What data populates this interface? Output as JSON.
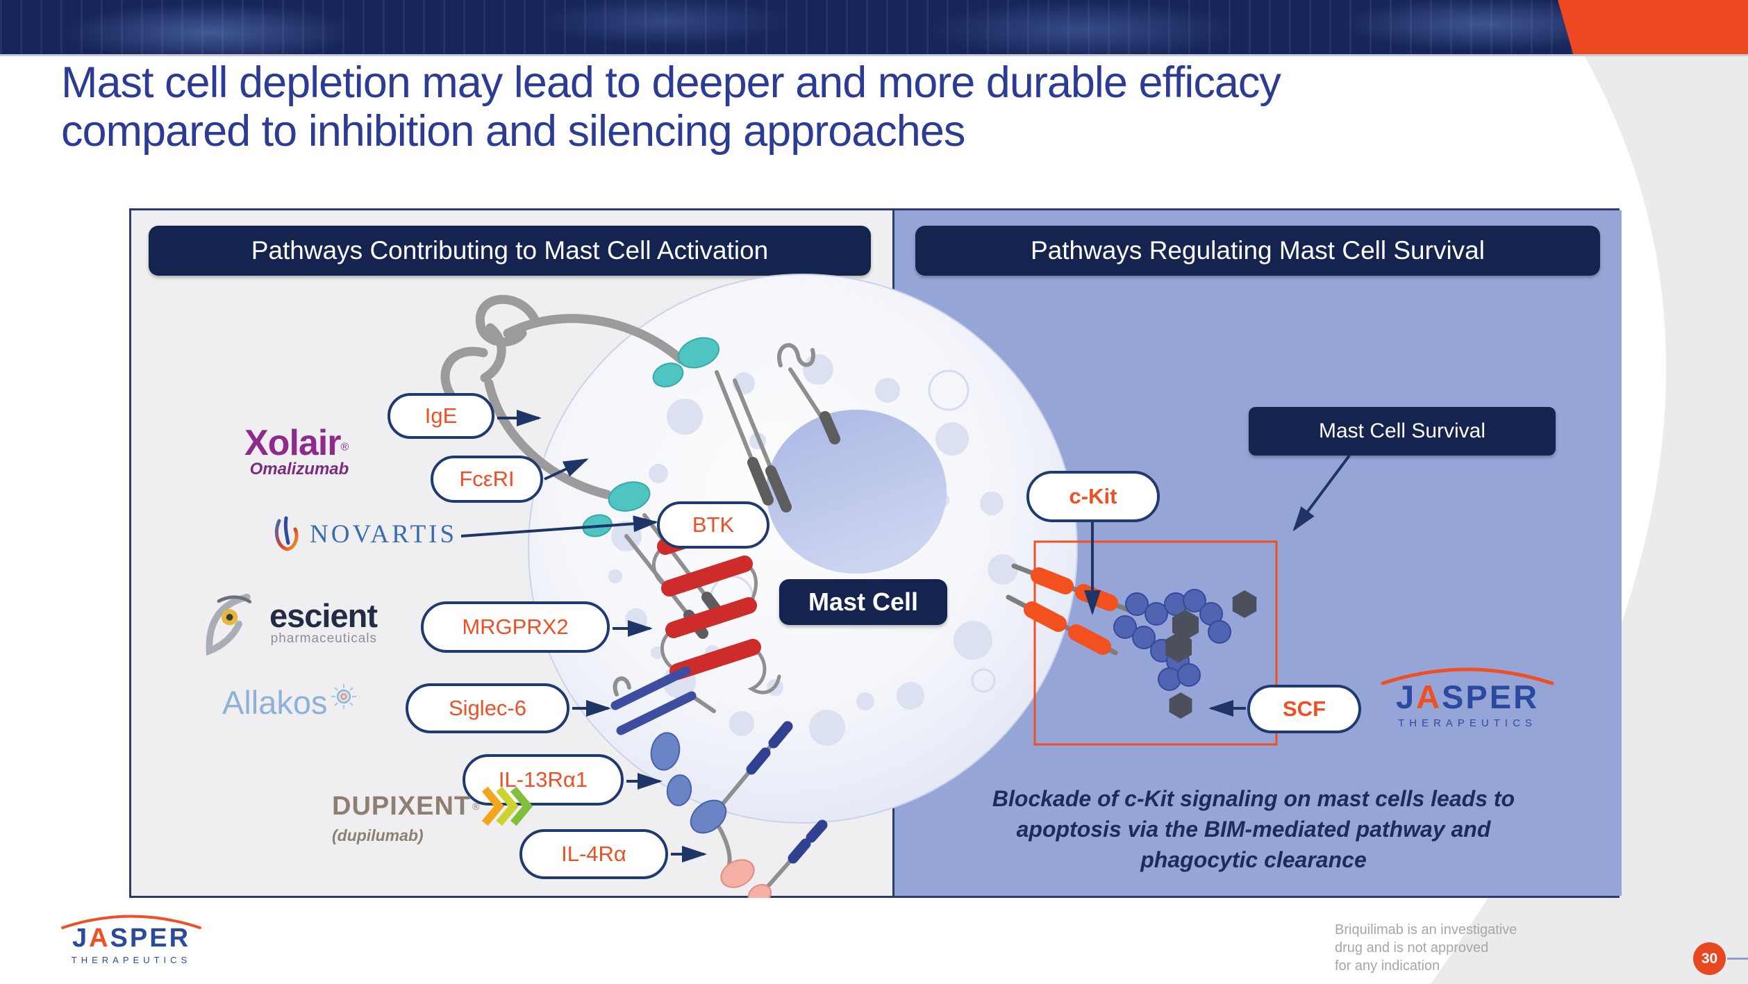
{
  "slide": {
    "title": {
      "line1": "Mast cell depletion may lead to deeper and more durable efficacy",
      "line2": "compared to inhibition and silencing approaches"
    },
    "footer": {
      "disclaimer": {
        "line1": "Briquilimab is an investigative",
        "line2": "drug and is not approved",
        "line3": "for any indication"
      },
      "page_number": "30"
    }
  },
  "left_panel": {
    "header": "Pathways Contributing to Mast Cell Activation",
    "mast_cell_label": "Mast Cell",
    "pills": {
      "ige": "IgE",
      "fceri": "FcεRI",
      "btk": "BTK",
      "mrgprx2": "MRGPRX2",
      "siglec6": "Siglec-6",
      "il13ra1": "IL-13Rα1",
      "il4ra": "IL-4Rα"
    }
  },
  "right_panel": {
    "header": "Pathways Regulating Mast Cell Survival",
    "survival_label": "Mast Cell Survival",
    "pills": {
      "ckit": "c-Kit",
      "scf": "SCF"
    },
    "caption": {
      "line1": "Blockade of c-Kit signaling on mast cells leads to",
      "line2": "apoptosis via the BIM-mediated pathway and",
      "line3": "phagocytic clearance"
    }
  },
  "logos": {
    "xolair": {
      "name": "Xolair",
      "reg": "®",
      "sub": "Omalizumab"
    },
    "novartis": {
      "name": "NOVARTIS"
    },
    "escient": {
      "name": "escient",
      "sub": "pharmaceuticals"
    },
    "allakos": {
      "name": "Allakos"
    },
    "dupixent": {
      "name": "DUPIXENT",
      "reg": "®",
      "sub": "(dupilumab)"
    },
    "jasper": {
      "j": "J",
      "a": "A",
      "sper": "SPER",
      "sub": "THERAPEUTICS"
    }
  },
  "colors": {
    "banner_navy": "#16265a",
    "accent_orange": "#ee4823",
    "title_blue": "#2c3b94",
    "header_navy": "#14244f",
    "panel_left_bg": "#efeff1",
    "panel_right_bg": "#96a5d8",
    "pill_text_orange": "#f04e23",
    "pill_border_navy": "#1e3a6e",
    "arrow_navy": "#1f3467",
    "highlight_box_orange": "#f3501f",
    "page_badge_orange": "#e8481f"
  }
}
